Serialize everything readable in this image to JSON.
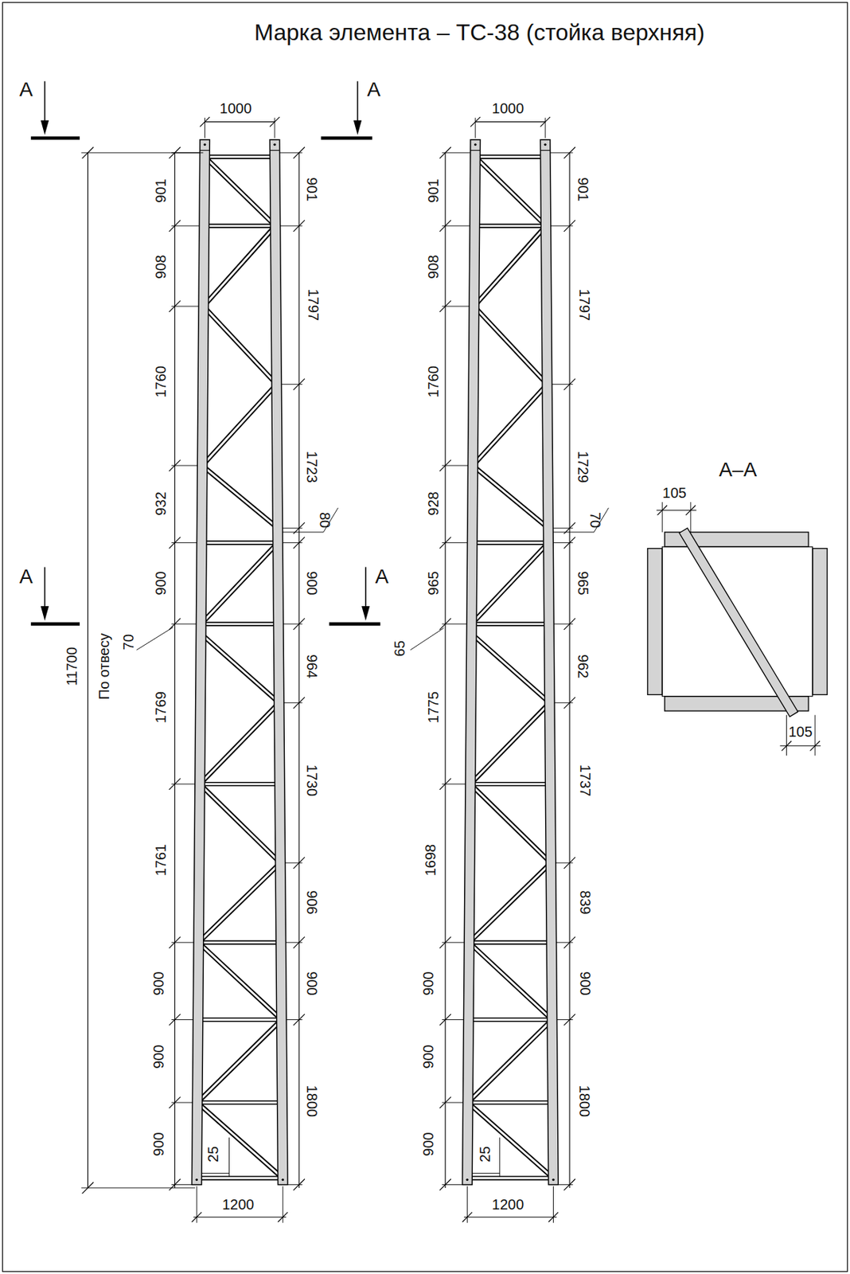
{
  "diagram": {
    "title": "Марка элемента – ТС-38 (стойка верхняя)",
    "labels": [
      "А",
      "А",
      "1000",
      "1000",
      "901",
      "908",
      "1760",
      "932",
      "900",
      "11700",
      "По отвесу",
      "70",
      "1769",
      "1761",
      "900",
      "900",
      "900",
      "25",
      "1200",
      "901",
      "1797",
      "1723",
      "80",
      "900",
      "964",
      "1730",
      "906",
      "900",
      "1800",
      "А",
      "А",
      "901",
      "908",
      "1760",
      "928",
      "965",
      "65",
      "1775",
      "1698",
      "900",
      "900",
      "900",
      "25",
      "1200",
      "901",
      "1797",
      "1729",
      "70",
      "965",
      "962",
      "1737",
      "839",
      "900",
      "1800",
      "А–А",
      "105",
      "105"
    ]
  }
}
